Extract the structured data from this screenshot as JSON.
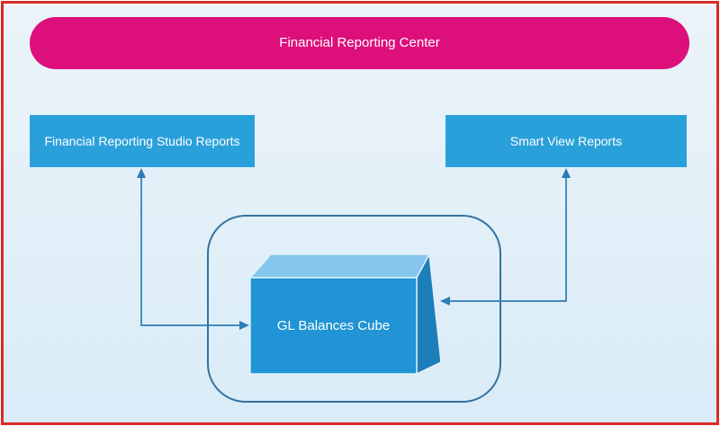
{
  "diagram": {
    "banner": "Financial Reporting Center",
    "nodes": [
      {
        "id": "studio-reports",
        "label": "Financial Reporting Studio Reports"
      },
      {
        "id": "smart-view-reports",
        "label": "Smart View Reports"
      },
      {
        "id": "gl-balances-cube",
        "label": "GL Balances Cube"
      }
    ],
    "connectors": [
      {
        "from": "gl-balances-cube",
        "to": "studio-reports",
        "bidirectional": true
      },
      {
        "from": "gl-balances-cube",
        "to": "smart-view-reports",
        "bidirectional": true
      }
    ],
    "colors": {
      "border_red": "#d92b26",
      "bg_top": "#ecf3f9",
      "bg_bottom": "#d9ecf7",
      "banner_pink": "#dd0f7b",
      "node_blue": "#2aa0da",
      "cube_front": "#2094d4",
      "cube_top": "#84c6ed",
      "cube_side": "#1d7fba",
      "cube_edge": "#e4f2fa",
      "connector": "#2e7cb5",
      "container_stroke": "#33729f",
      "text_light": "#ffffff"
    }
  }
}
